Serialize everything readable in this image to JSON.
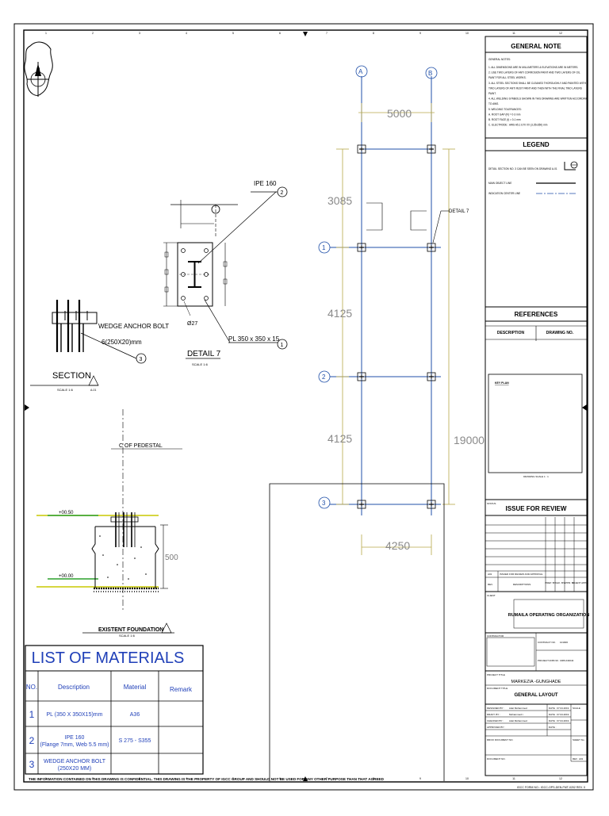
{
  "drawing": {
    "detail7": {
      "ipe_label": "IPE 160",
      "ipe_no": "2",
      "plate_label": "PL 350 x 350 x 15",
      "plate_no": "1",
      "hole_label": "Ø27",
      "title": "DETAIL 7",
      "scale": "SCALE 1:6"
    },
    "section": {
      "bolt_label_1": "WEDGE ANCHOR BOLT",
      "bolt_label_2": "6(250X20)mm",
      "bolt_no": "3",
      "title": "SECTION",
      "scale": "SCALE 1:6",
      "marker": "A-01"
    },
    "pedestal": {
      "cl_label": "C  OF PEDESTAL",
      "level_top": "+00.50",
      "level_bottom": "+00.00",
      "height": "500",
      "title": "EXISTENT FOUNDATION",
      "scale": "SCALE 1:6"
    },
    "plan": {
      "grid_a": "A",
      "grid_b": "B",
      "grid_1": "1",
      "grid_2": "2",
      "grid_3": "3",
      "dim_top": "5000",
      "dim_bottom": "4250",
      "dim_3085": "3085",
      "dim_4125a": "4125",
      "dim_4125b": "4125",
      "dim_total": "19000",
      "detail_ref": "DETAIL 7"
    },
    "footer_note": "THE INFORMATION CONTAINED ON THIS DRAWING IS CONFIDENTIAL. THIS DRAWING IS THE PROPERTY OF IGCC GROUP AND SHOULD NOT BE USED FOR ANY OTHER PURPOSE THAN THAT AGREED",
    "footer_ref": "IGCC FORM NO.: IGCC-OPS-DEN-FMT-0202 REV. 0",
    "border_numbers": [
      "1",
      "2",
      "3",
      "4",
      "5",
      "6",
      "7",
      "8",
      "9",
      "10",
      "11",
      "12"
    ]
  },
  "materials": {
    "title": "LIST OF MATERIALS",
    "headers": [
      "NO.",
      "Description",
      "Material",
      "Remark"
    ],
    "rows": [
      {
        "no": "1",
        "desc1": "PL (350 X 350X15)mm",
        "desc2": "",
        "material": "A36",
        "remark": ""
      },
      {
        "no": "2",
        "desc1": "IPE 160",
        "desc2": "(Flange 7mm, Web 5.5 mm)",
        "material": "S 275 - S355",
        "remark": ""
      },
      {
        "no": "3",
        "desc1": "WEDGE ANCHOR BOLT",
        "desc2": "(250X20 MM)",
        "material": "",
        "remark": ""
      }
    ]
  },
  "titleblock": {
    "general_note": "GENERAL NOTE",
    "notes_heading": "GENERAL NOTES:",
    "notes": [
      "1.  ALL DIMENSIONS ARE IN MILLIMETERS & ELEVATIONS ARE IN METERS.",
      "2.  USE TWO LAYERS OF ANTI CORROSION PAINT AND TWO LAYERS OF OIL",
      "     PAINT FOR ALL STEEL WORKS.",
      "3.  ALL STEEL SECTIONS SHALL BE CLEANED THOROUGHLY AND PAINTED WITH",
      "     TWO LAYERS OF ANTI RUST PAINT AND THEN WITH THE FINAL TWO LAYERS",
      "     PAINT.",
      "4.  ALL WELDING SYMBOLS SHOWN IN THIS DRAWING ARE WRITTEN ACCORDING",
      "     TO AWS.",
      "5.  WELDING TOLERANCES:",
      "  A. ROOT GAP (R) = 0-3 mm",
      "  B. ROOT FACE (f) = 0-1 mm",
      "  C. ELECTRODE : AWS A5.1 E70 XX (3.25x350) mm"
    ],
    "legend": "LEGEND",
    "legend_items": [
      "DETAIL SECTION NO. 3 CAN BE SEEN ON DRAWING A-01",
      "MAIN OBJECT LINE",
      "INDICATION    CENTER LINE"
    ],
    "references": "REFERENCES",
    "ref_desc": "DESCRIPTION",
    "ref_dwg": "DRAWING NO.",
    "key_plan": "KEY PLAN",
    "drawing_scale": "DRAWING SCALE 1 : 1",
    "status_label": "STATUS",
    "issue": "ISSUE FOR REVIEW",
    "rev_header": [
      "REV.",
      "DESCRIPTIONS",
      "PREP. BY",
      "CHK. BY",
      "APPR. BY",
      "CLIENT APPR."
    ],
    "rev_row_a": [
      "A01",
      "ISSUED FOR REVIEW AND APPROVAL"
    ],
    "client_label": "CLIENT",
    "client": "RUMAILA OPERATING ORGANIZATION",
    "contractor_label": "CONTRACTOR",
    "contract_no_label": "CONTRACT NO.",
    "contract_no": "101906",
    "project_no_label": "PROJECT/JOB NO.",
    "project_no": "CRB-043044",
    "project_title_label": "PROJECT TITLE",
    "project": "MARKEZIA -GUNGHADE",
    "doc_title_label": "DOCUMENT TITLE",
    "doc_title": "GENERAL LAYOUT",
    "signatures": [
      {
        "role": "DESIGNED BY :",
        "name": "Adel Mohammed",
        "date": "DATE : 07.04.2019"
      },
      {
        "role": "DRAFT. BY :",
        "name": "Mohammed I.",
        "date": "DATE : 07.04.2019"
      },
      {
        "role": "CHECKED BY :",
        "name": "Adel Mohammed",
        "date": "DATE : 07.04.2019"
      },
      {
        "role": "APPROVED BY :",
        "name": "",
        "date": "DATE :"
      }
    ],
    "scale_label": "SCALE",
    "sheet_label": "SHEET No.",
    "rroo_doc": "RROO DOCUMENT NO.",
    "doc_no_label": "DOCUMENT NO.",
    "rev_label": "REV",
    "rev_value": "A01"
  }
}
